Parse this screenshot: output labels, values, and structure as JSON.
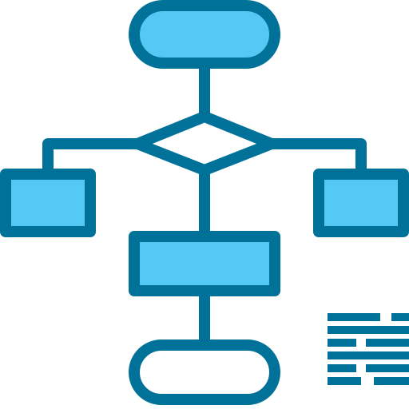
{
  "diagram": {
    "icon_name": "flowchart-icon",
    "colors": {
      "stroke": "#00729a",
      "fill_light": "#55c9f5",
      "fill_white": "#ffffff",
      "background": "#ffffff"
    },
    "nodes": [
      {
        "id": "start",
        "shape": "terminator",
        "fill": "light"
      },
      {
        "id": "decision",
        "shape": "diamond",
        "fill": "white"
      },
      {
        "id": "left-process",
        "shape": "rectangle",
        "fill": "light"
      },
      {
        "id": "right-process",
        "shape": "rectangle",
        "fill": "light"
      },
      {
        "id": "center-process",
        "shape": "rectangle",
        "fill": "light"
      },
      {
        "id": "end",
        "shape": "terminator",
        "fill": "white"
      }
    ],
    "edges": [
      {
        "from": "start",
        "to": "decision"
      },
      {
        "from": "decision",
        "to": "left-process"
      },
      {
        "from": "decision",
        "to": "right-process"
      },
      {
        "from": "decision",
        "to": "center-process"
      },
      {
        "from": "center-process",
        "to": "end"
      }
    ],
    "decoration": {
      "name": "text-lines-icon",
      "rows": 6
    }
  }
}
